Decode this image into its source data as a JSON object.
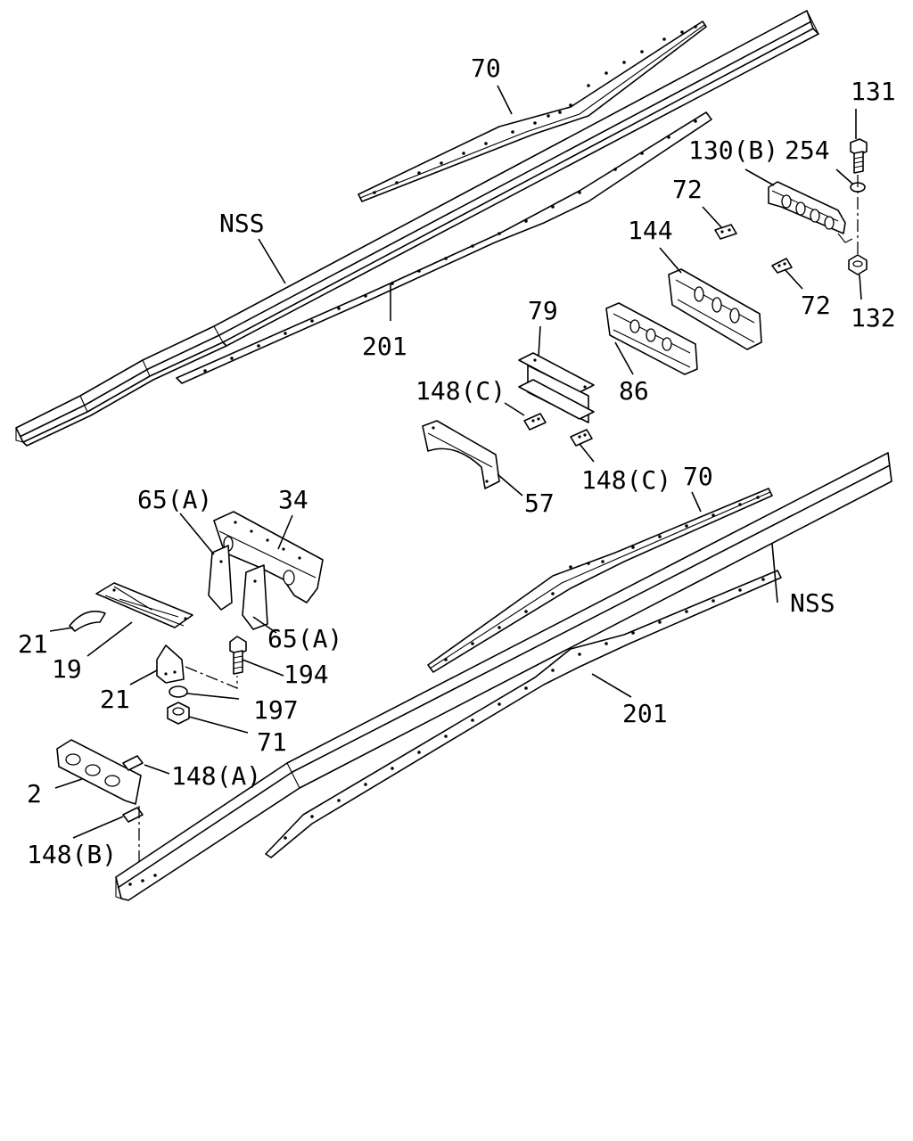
{
  "labels": {
    "l70_top": "70",
    "l131": "131",
    "l130b": "130(B)",
    "l254": "254",
    "l72_a": "72",
    "lnss_top": "NSS",
    "l144": "144",
    "l72_b": "72",
    "l132": "132",
    "l201_top": "201",
    "l79": "79",
    "l148c_a": "148(C)",
    "l86": "86",
    "l148c_b": "148(C)",
    "l70_bot": "70",
    "l57": "57",
    "l65a_a": "65(A)",
    "l34": "34",
    "lnss_bot": "NSS",
    "l21_a": "21",
    "l19": "19",
    "l65a_b": "65(A)",
    "l194": "194",
    "l21_b": "21",
    "l197": "197",
    "l201_bot": "201",
    "l71": "71",
    "l148a": "148(A)",
    "l2": "2",
    "l148b": "148(B)"
  }
}
